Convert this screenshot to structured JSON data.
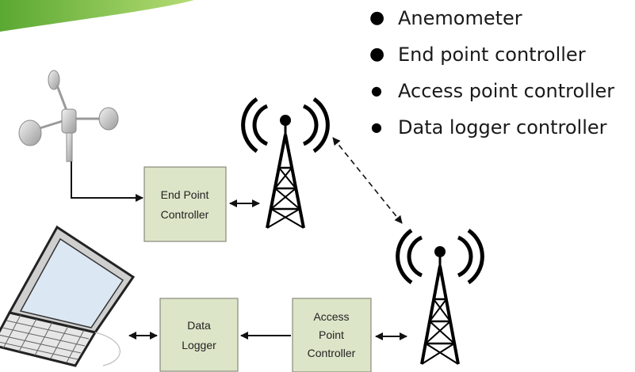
{
  "bullets": [
    {
      "text": "Anemometer"
    },
    {
      "text": "End point controller"
    },
    {
      "text": "Access point controller"
    },
    {
      "text": "Data logger controller"
    }
  ],
  "diagram": {
    "end_point_controller": {
      "line1": "End Point",
      "line2": "Controller"
    },
    "data_logger": {
      "line1": "Data",
      "line2": "Logger"
    },
    "access_point_controller": {
      "line1": "Access",
      "line2": "Point",
      "line3": "Controller"
    }
  },
  "colors": {
    "box_fill": "#dde5c8",
    "banner_green": "#7fbf3f",
    "text": "#1a1a1a"
  },
  "icons": [
    "anemometer-icon",
    "radio-tower-icon",
    "laptop-icon",
    "bullet-icon"
  ]
}
